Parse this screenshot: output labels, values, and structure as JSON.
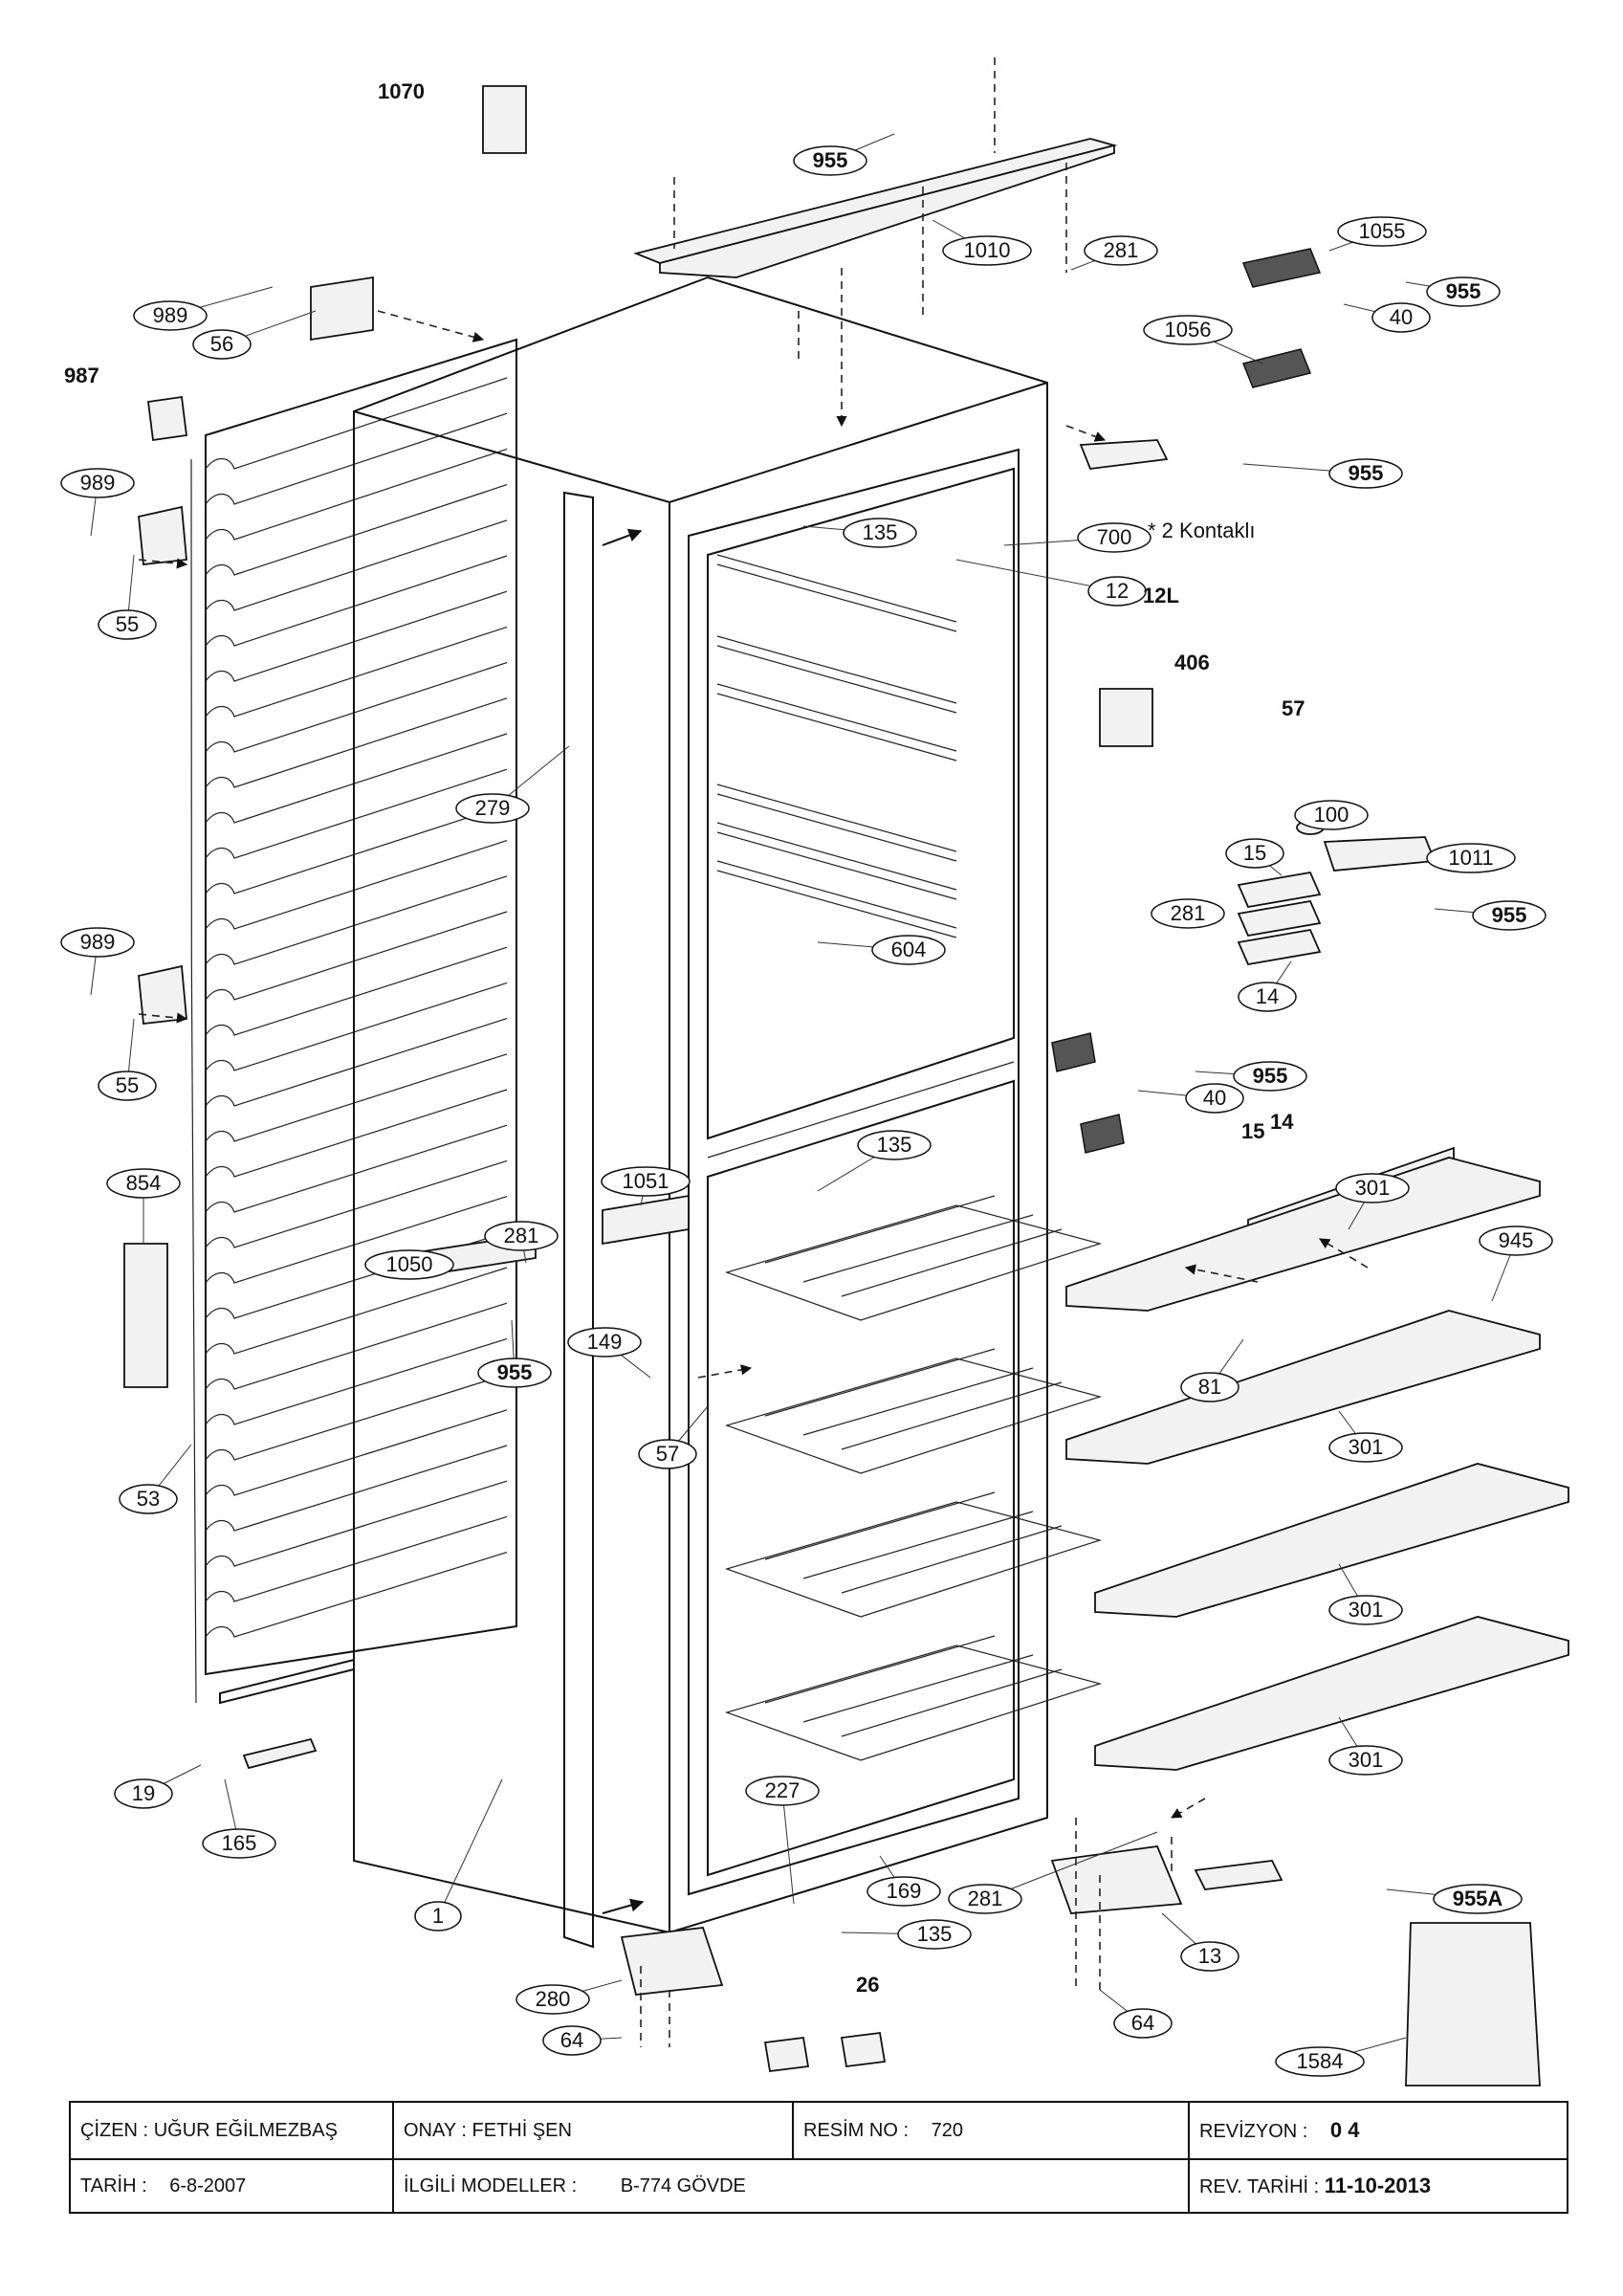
{
  "callouts": {
    "c1070": "1070",
    "c955_top": "955",
    "c1010": "1010",
    "c281_top": "281",
    "c1055": "1055",
    "c955_hinge1": "955",
    "c40_top": "40",
    "c1056": "1056",
    "c955_bracket": "955",
    "c989_top": "989",
    "c56": "56",
    "c987": "987",
    "c989_mid": "989",
    "c55_top": "55",
    "c135_top": "135",
    "c700": "700",
    "kontak_note": "* 2 Kontaklı",
    "c12": "12",
    "c12L": "12L",
    "c406": "406",
    "c57_right": "57",
    "c279": "279",
    "c100": "100",
    "c15_top": "15",
    "c1011": "1011",
    "c281_mid": "281",
    "c955_mid": "955",
    "c14_top": "14",
    "c604": "604",
    "c989_low": "989",
    "c55_low": "55",
    "c955_hinge2": "955",
    "c40_mid": "40",
    "c15_mid": "15",
    "c14_mid": "14",
    "c854": "854",
    "c135_mid": "135",
    "c1051": "1051",
    "c301_a": "301",
    "c945": "945",
    "c281_left": "281",
    "c1050": "1050",
    "c955_left": "955",
    "c149": "149",
    "c81": "81",
    "c57_mid": "57",
    "c301_b": "301",
    "c53": "53",
    "c301_c": "301",
    "c301_d": "301",
    "c227": "227",
    "c19": "19",
    "c165": "165",
    "c169": "169",
    "c281_bot": "281",
    "c955A": "955A",
    "c1": "1",
    "c135_bot": "135",
    "c13": "13",
    "c26": "26",
    "c280": "280",
    "c64_left": "64",
    "c64_right": "64",
    "c1584": "1584"
  },
  "title_block": {
    "cizen_label": "ÇİZEN :",
    "cizen_value": "UĞUR EĞİLMEZBAŞ",
    "onay_label": "ONAY :",
    "onay_value": "FETHİ ŞEN",
    "resim_label": "RESİM NO :",
    "resim_value": "720",
    "revizyon_label": "REVİZYON :",
    "revizyon_value": "0 4",
    "tarih_label": "TARİH :",
    "tarih_value": "6-8-2007",
    "modeller_label": "İLGİLİ MODELLER :",
    "modeller_value": "B-774 GÖVDE",
    "rev_tarih_label": "REV. TARİHİ :",
    "rev_tarih_value": "11-10-2013"
  },
  "colors": {
    "line": "#111111",
    "paper": "#ffffff",
    "part_fill": "#f2f2f2"
  }
}
